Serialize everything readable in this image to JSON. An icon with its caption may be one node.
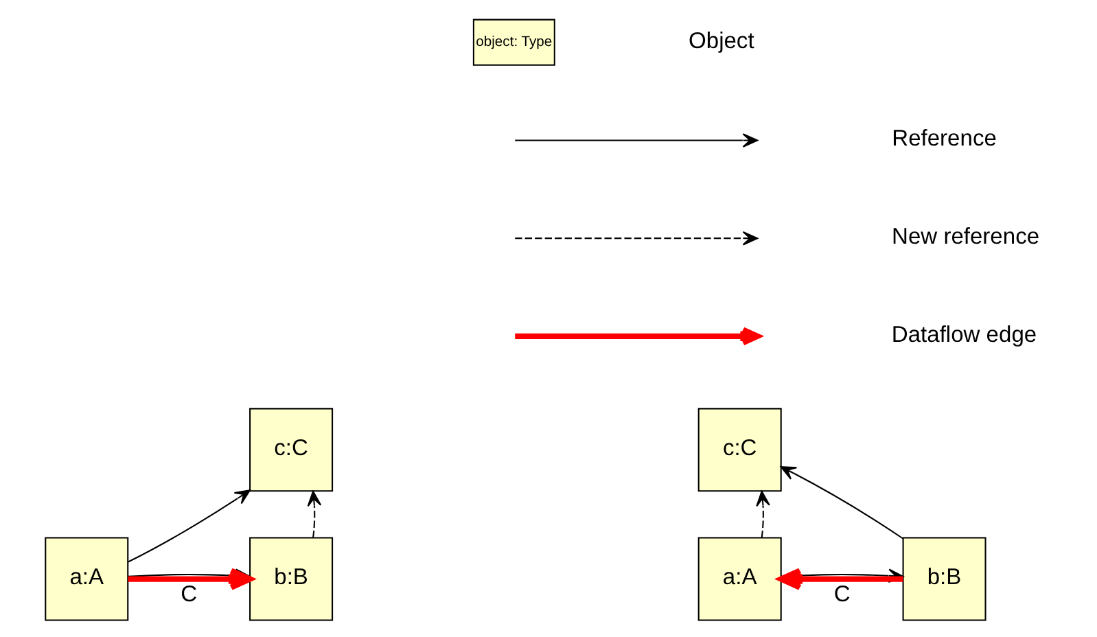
{
  "diagram": {
    "nodes": [
      {
        "text": [
          "object: Type"
        ]
      },
      {
        "text": [
          "c:C"
        ]
      },
      {
        "text": [
          "a:A"
        ]
      },
      {
        "text": [
          "b:B"
        ]
      },
      {
        "text": [
          "c:C"
        ]
      },
      {
        "text": [
          "a:A"
        ]
      },
      {
        "text": [
          "b:B"
        ]
      }
    ],
    "edges": [
      {
        "from": 2,
        "to": 1,
        "arrow": "to"
      },
      {
        "from": 3,
        "to": 1,
        "arrow": "to",
        "style": "dashed"
      },
      {
        "from": 2,
        "to": 3,
        "arrow": "to"
      },
      {
        "from": 2,
        "to": 3,
        "arrow": "to",
        "label": "C",
        "style": "thick",
        "color": "#ff0000"
      },
      {
        "from": 5,
        "to": 4,
        "arrow": "to",
        "style": "dashed"
      },
      {
        "from": 6,
        "to": 4,
        "arrow": "to"
      },
      {
        "from": 5,
        "to": 6,
        "arrow": "to"
      },
      {
        "from": 6,
        "to": 5,
        "arrow": "to",
        "label": "C",
        "style": "thick",
        "color": "#ff0000"
      }
    ],
    "legend": [
      {
        "text": "Object"
      },
      {
        "text": "Reference"
      },
      {
        "text": "New reference"
      },
      {
        "text": "Dataflow edge"
      }
    ]
  }
}
